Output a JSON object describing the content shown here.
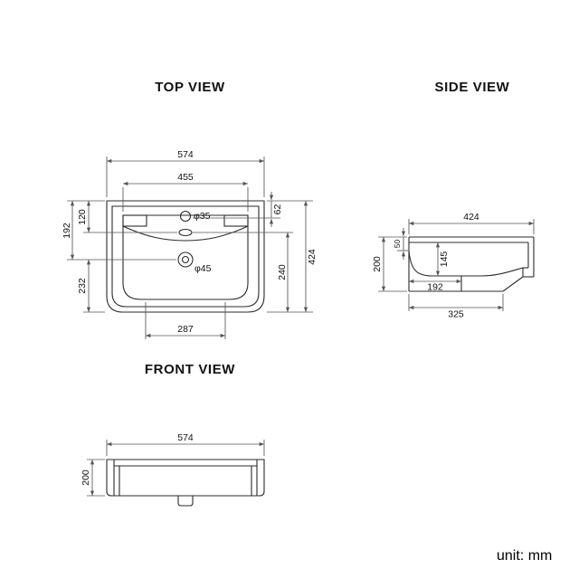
{
  "unit_note": "unit: mm",
  "views": {
    "top": {
      "title": "TOP VIEW",
      "dims": {
        "outer_width": "574",
        "inner_width": "455",
        "faucet_offset": "62",
        "overflow_offset": "120",
        "drain_offset": "192",
        "front_offset": "232",
        "basin_depth": "240",
        "overall_depth": "424",
        "bottom_width": "287",
        "faucet_hole": "φ35",
        "drain_hole": "φ45"
      }
    },
    "side": {
      "title": "SIDE VIEW",
      "dims": {
        "depth": "424",
        "rim_height": "50",
        "bowl_depth": "145",
        "height": "200",
        "drain_offset": "192",
        "base_depth": "325"
      }
    },
    "front": {
      "title": "FRONT VIEW",
      "dims": {
        "width": "574",
        "height": "200"
      }
    }
  },
  "colors": {
    "line": "#2b2b2b",
    "background": "#ffffff"
  }
}
